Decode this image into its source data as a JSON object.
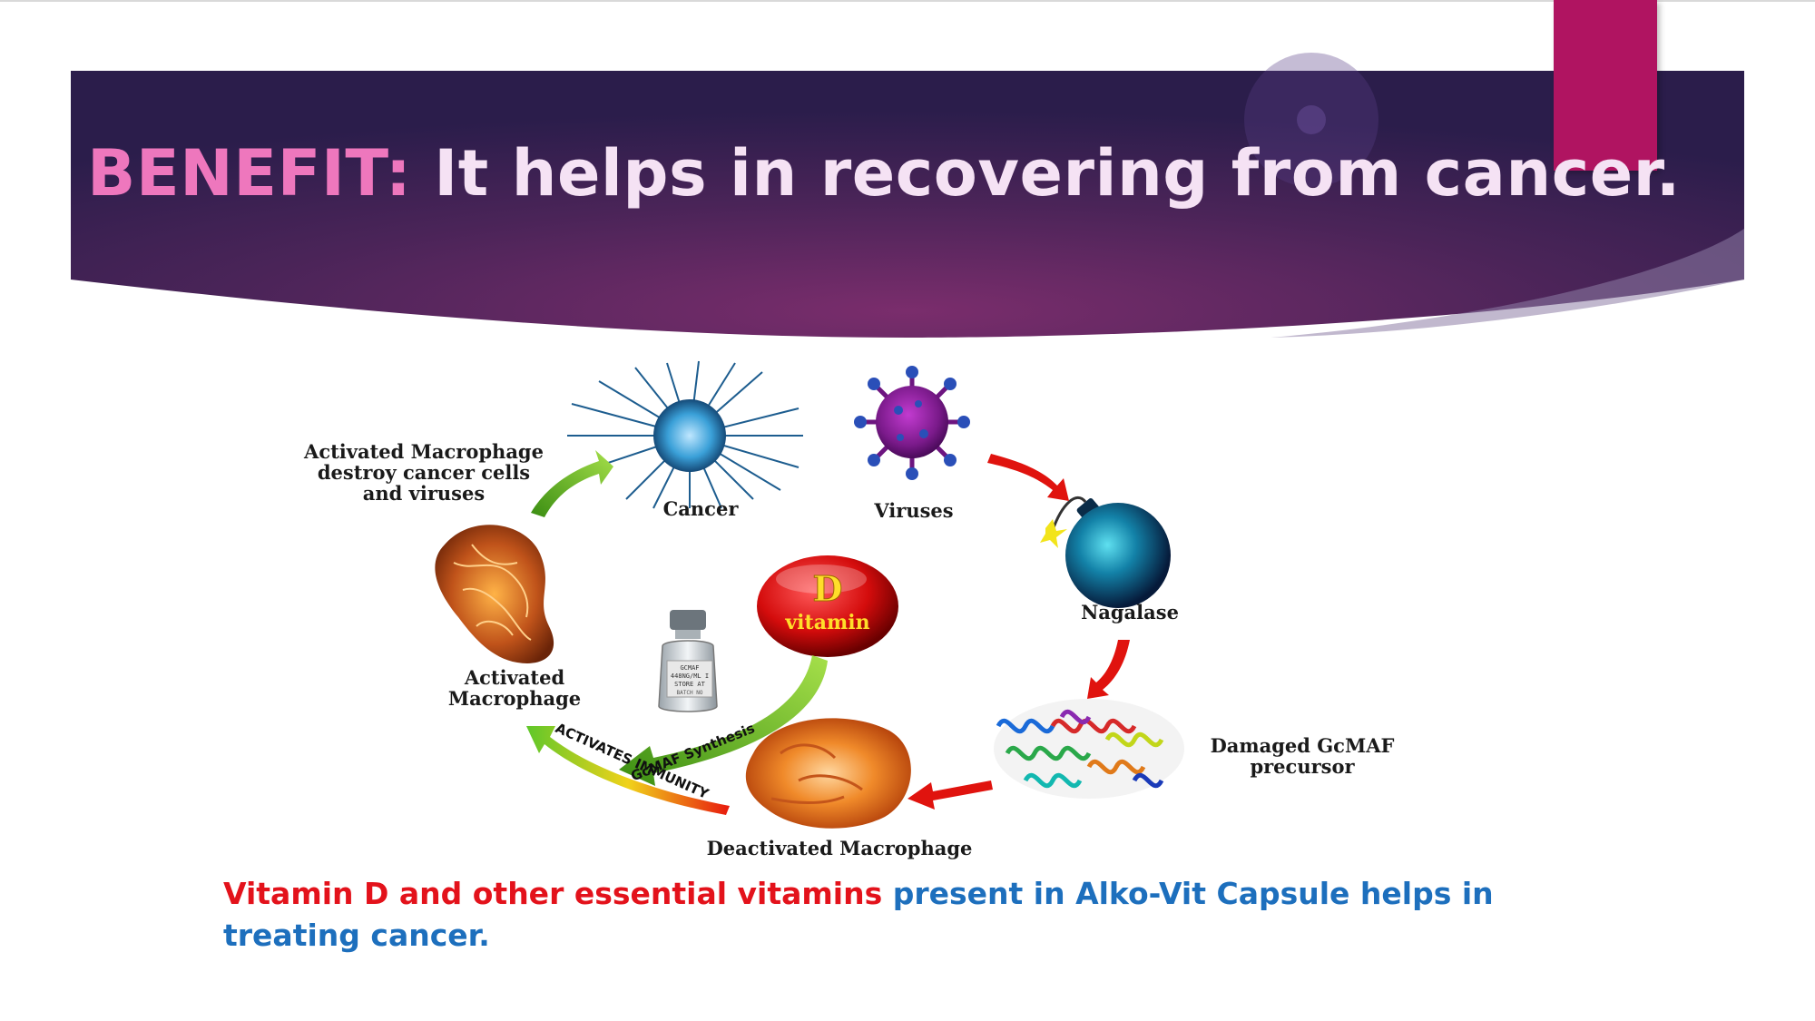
{
  "slide": {
    "title_accent": "BENEFIT:",
    "title_rest": " It helps in recovering from cancer.",
    "caption_red": "Vitamin D and other essential vitamins",
    "caption_blue": " present in Alko-Vit Capsule helps in treating cancer."
  },
  "diagram": {
    "label_activated_destroy": [
      "Activated Macrophage",
      "destroy cancer cells",
      "and viruses"
    ],
    "label_cancer": "Cancer",
    "label_viruses": "Viruses",
    "label_nagalase": "Nagalase",
    "label_activated": [
      "Activated",
      "Macrophage"
    ],
    "label_damaged": [
      "Damaged GcMAF",
      "precursor"
    ],
    "label_deactivated": "Deactivated Macrophage",
    "vitamin_letter": "D",
    "vitamin_word": "vitamin",
    "arrow_gcmaf": "GcMAF Synthesis",
    "arrow_immunity": "ACTIVATES IMMUNITY",
    "vial_text": [
      "GCMAF",
      "448NG/ML I",
      "STORE AT",
      "BATCH NO"
    ]
  },
  "colors": {
    "banner_dark": "#2d1f4e",
    "banner_mid": "#6b2a68",
    "title_accent": "#ee77bd",
    "title_text": "#f5e2f4",
    "tab": "#b01461",
    "caption_red": "#e3121b",
    "caption_blue": "#1d6fbd"
  }
}
